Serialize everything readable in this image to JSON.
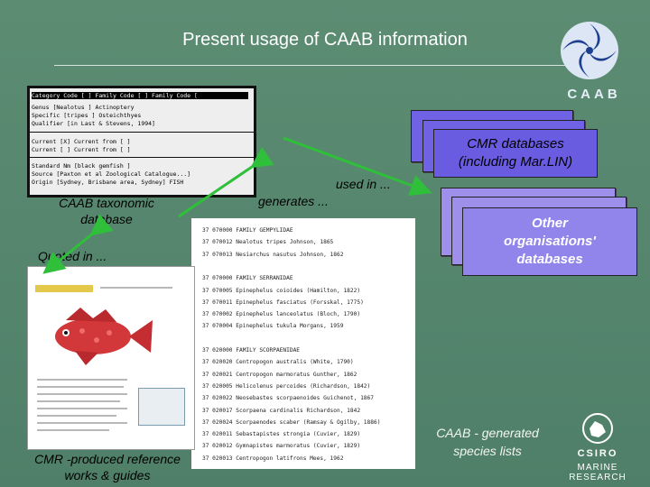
{
  "slide": {
    "title": "Present usage of CAAB information",
    "labels": {
      "taxonomic_db_line1": "CAAB taxonomic",
      "taxonomic_db_line2": "database",
      "quoted_in": "Quoted in ...",
      "generates": "generates ...",
      "used_in": "used in ...",
      "cmr_works_line1": "CMR -produced reference",
      "cmr_works_line2": "works & guides",
      "species_lists_line1": "CAAB - generated",
      "species_lists_line2": "species lists"
    },
    "cmr_box": {
      "line1": "CMR databases",
      "line2": "(including Mar.LIN)"
    },
    "org_box": {
      "line1": "Other",
      "line2": "organisations'",
      "line3": "databases"
    },
    "logo_caab": "CAAB",
    "logo_csiro": "CSIRO",
    "logo_marine": "MARINE RESEARCH"
  },
  "terminal": {
    "row1": "Category Code [ ]   Family Code [   ]   Family Code [",
    "row2": "  Genus [Nealotus      ]                 Actinoptery",
    "row3": "  Specific [tripes     ]                 Osteichthyes",
    "row4": "  Qualifier [in Last & Stevens, 1994]    ",
    "row5": "        Current [X]          Current   from [  ]",
    "row6": "        Current [ ]          Current   from [  ]",
    "row7": "  Standard Nm [black gemfish               ]",
    "row8": "  Source [Paxton et al Zoological Catalogue...]",
    "row9": "  Origin [Sydney, Brisbane area, Sydney] FISH"
  },
  "species_list": [
    "37 070000 FAMILY GEMPYLIDAE",
    "37 070012 Nealotus tripes Johnson, 1865",
    "37 070013 Nesiarchus nasutus Johnson, 1862",
    "",
    "37 070000 FAMILY SERRANIDAE",
    "37 070005 Epinephelus coioides (Hamilton, 1822)",
    "37 070011 Epinephelus fasciatus (Forsskal, 1775)",
    "37 070002 Epinephelus lanceolatus (Bloch, 1790)",
    "37 070004 Epinephelus tukula Morgans, 1959",
    "",
    "37 020000 FAMILY SCORPAENIDAE",
    "37 020020 Centropogon australis (White, 1790)",
    "37 020021 Centropogon marmoratus Gunther, 1862",
    "37 020005 Helicolenus percoides (Richardson, 1842)",
    "37 020022 Neosebastes scorpaenoides Guichenot, 1867",
    "37 020017 Scorpaena cardinalis Richardson, 1842",
    "37 020024 Scorpaenodes scaber (Ramsay & Ogilby, 1886)",
    "37 020011 Sebastapistes strongia (Cuvier, 1829)",
    "37 020012 Gymnapistes marmoratus (Cuvier, 1829)",
    "37 020013 Centropogon latifrons Mees, 1962"
  ],
  "colors": {
    "background": "#56876f",
    "box_purple": "#7a6ee6",
    "box_lilac": "#9184ea",
    "arrow_green": "#2fbf3a"
  }
}
